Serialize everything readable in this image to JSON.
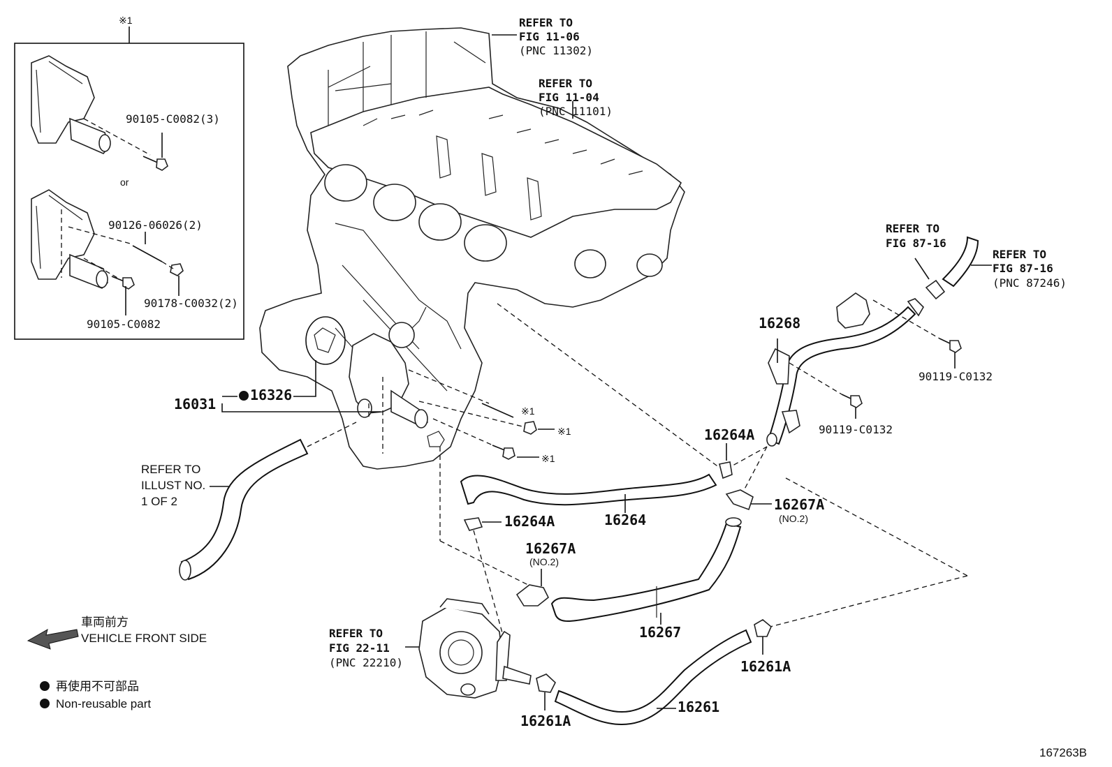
{
  "inset": {
    "marker": "※1",
    "or_label": "or",
    "parts": {
      "top_bolt": "90105-C0082(3)",
      "stud": "90126-06026(2)",
      "nut": "90178-C0032(2)",
      "bottom_bolt": "90105-C0082"
    }
  },
  "references": {
    "fig_11_06": {
      "line1": "REFER TO",
      "line2": "FIG 11-06",
      "line3": "(PNC 11302)"
    },
    "fig_11_04": {
      "line1": "REFER TO",
      "line2": "FIG 11-04",
      "line3": "(PNC 11101)"
    },
    "fig_87_16_a": {
      "line1": "REFER TO",
      "line2": "FIG 87-16"
    },
    "fig_87_16_b": {
      "line1": "REFER TO",
      "line2": "FIG 87-16",
      "line3": "(PNC 87246)"
    },
    "illust": {
      "line1": "REFER TO",
      "line2": "ILLUST NO.",
      "line3": "1 OF 2"
    },
    "fig_22_11": {
      "line1": "REFER TO",
      "line2": "FIG 22-11",
      "line3": "(PNC 22210)"
    }
  },
  "parts": {
    "p16031": "16031",
    "p16326": "16326",
    "p16268": "16268",
    "p90119_a": "90119-C0132",
    "p90119_b": "90119-C0132",
    "p16264A_top": "16264A",
    "p16264A_left": "16264A",
    "p16264": "16264",
    "p16267A_right": "16267A",
    "p16267A_right_sub": "(NO.2)",
    "p16267A_left": "16267A",
    "p16267A_left_sub": "(NO.2)",
    "p16267": "16267",
    "p16261A_right": "16261A",
    "p16261A_bottom": "16261A",
    "p16261": "16261"
  },
  "markers": {
    "m1": "※1",
    "m2": "※1",
    "m3": "※1"
  },
  "legend": {
    "front_jp": "車両前方",
    "front_en": "VEHICLE FRONT SIDE",
    "nonreuse_jp": "再使用不可部品",
    "nonreuse_en": "Non-reusable part"
  },
  "figure_id": "167263B"
}
